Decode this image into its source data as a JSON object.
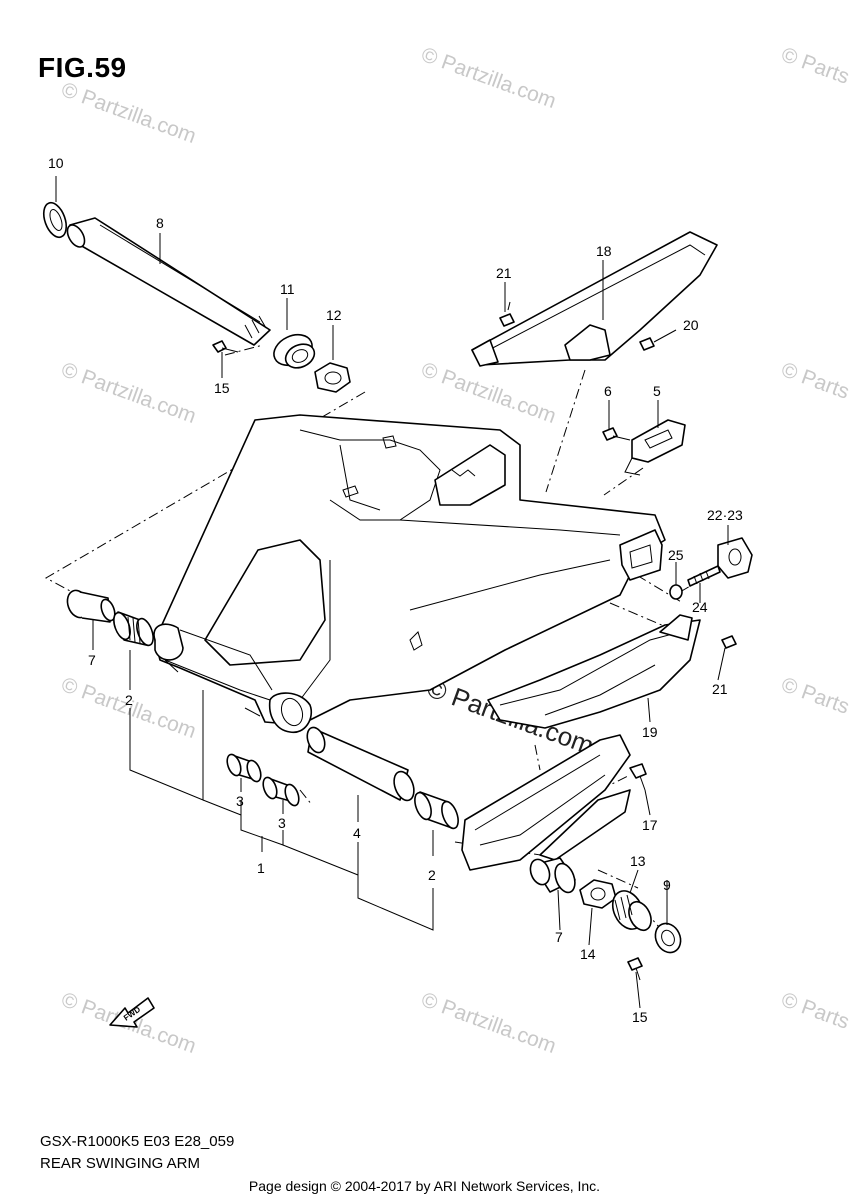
{
  "figure": {
    "title": "FIG.59",
    "model_code": "GSX-R1000K5 E03 E28_059",
    "caption": "REAR SWINGING ARM"
  },
  "footer": "Page design © 2004-2017 by ARI Network Services, Inc.",
  "watermark": {
    "text": "© Partzilla.com",
    "edge_text": "© Parts",
    "center_text": "© Partzilla.com"
  },
  "callouts": {
    "c1": "1",
    "c2a": "2",
    "c2b": "2",
    "c3a": "3",
    "c3b": "3",
    "c4": "4",
    "c5": "5",
    "c6": "6",
    "c7a": "7",
    "c7b": "7",
    "c8": "8",
    "c9": "9",
    "c10": "10",
    "c11": "11",
    "c12": "12",
    "c13": "13",
    "c14": "14",
    "c15a": "15",
    "c15b": "15",
    "c17": "17",
    "c18": "18",
    "c19": "19",
    "c20": "20",
    "c21a": "21",
    "c21b": "21",
    "c2223": "22·23",
    "c24": "24",
    "c25": "25"
  },
  "fwd_label": "FWD",
  "colors": {
    "line": "#000000",
    "watermark": "#c8c8c8",
    "background": "#ffffff"
  }
}
